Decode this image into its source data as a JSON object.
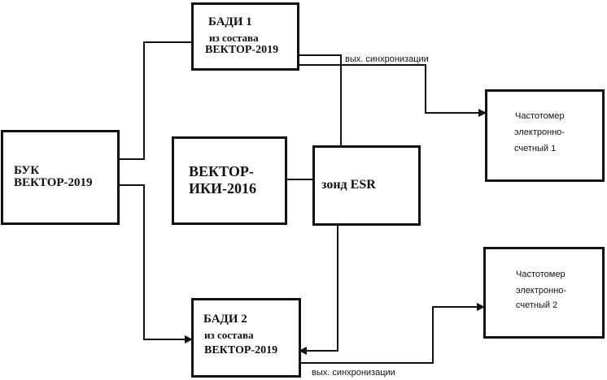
{
  "blocks": {
    "badi1": {
      "line1": "БАДИ 1",
      "line2": "из состава",
      "line3": "ВЕКТОР-2019"
    },
    "buk": {
      "line1": "БУК",
      "line2": "ВЕКТОР-2019"
    },
    "vektor_iki": {
      "line1": "ВЕКТОР-",
      "line2": "ИКИ-2016"
    },
    "esr": {
      "label": "зонд ESR"
    },
    "badi2": {
      "line1": "БАДИ 2",
      "line2": "из состава",
      "line3": "ВЕКТОР-2019"
    },
    "freq1": {
      "line1": "Частотомер",
      "line2": "электронно-",
      "line3": "счетный 1"
    },
    "freq2": {
      "line1": "Частотомер",
      "line2": "электронно-",
      "line3": "счетный 2"
    }
  },
  "labels": {
    "sync1": "вых. синхронизации",
    "sync2": "вых. синхронизации"
  }
}
